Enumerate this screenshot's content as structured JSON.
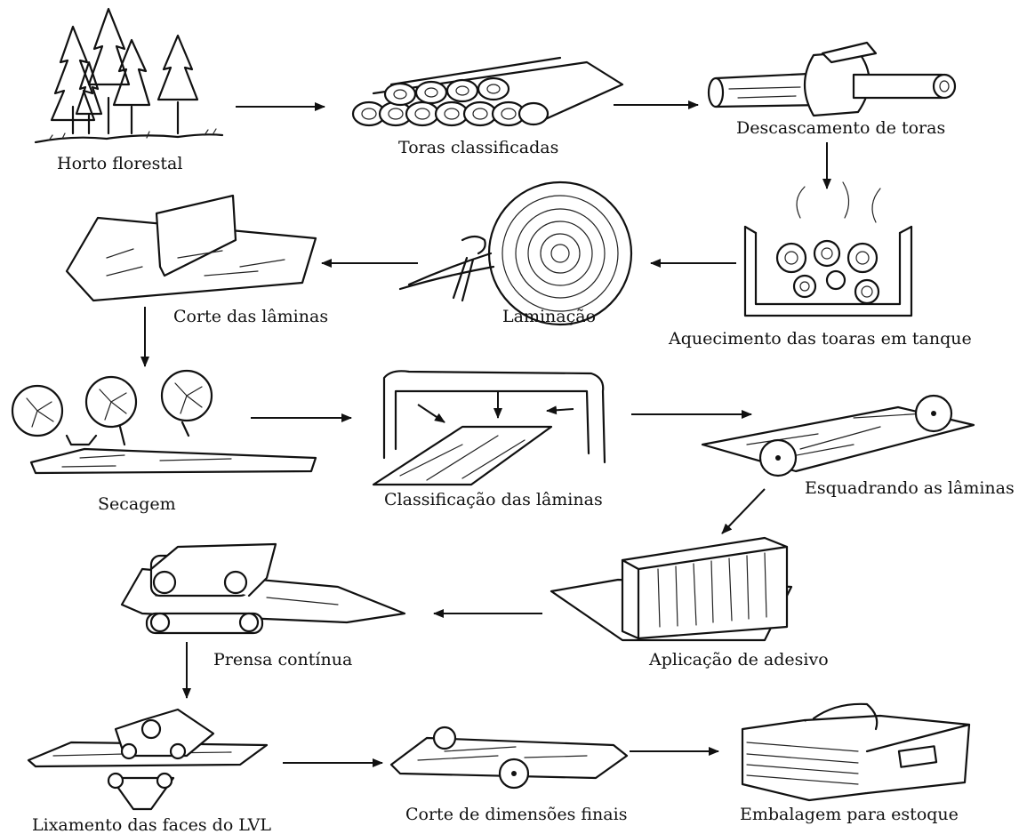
{
  "steps": [
    {
      "id": "horto",
      "label": "Horto florestal"
    },
    {
      "id": "toras",
      "label": "Toras classificadas"
    },
    {
      "id": "descascamento",
      "label": "Descascamento de toras"
    },
    {
      "id": "aquecimento",
      "label": "Aquecimento das toaras em tanque"
    },
    {
      "id": "laminacao",
      "label": "Laminação"
    },
    {
      "id": "corte_laminas",
      "label": "Corte das lâminas"
    },
    {
      "id": "secagem",
      "label": "Secagem"
    },
    {
      "id": "classificacao",
      "label": "Classificação das lâminas"
    },
    {
      "id": "esquadrando",
      "label": "Esquadrando as lâminas"
    },
    {
      "id": "adesivo",
      "label": "Aplicação de adesivo"
    },
    {
      "id": "prensa",
      "label": "Prensa contínua"
    },
    {
      "id": "lixamento",
      "label": "Lixamento das faces do LVL"
    },
    {
      "id": "corte_final",
      "label": "Corte de dimensões finais"
    },
    {
      "id": "embalagem",
      "label": "Embalagem para estoque"
    }
  ]
}
